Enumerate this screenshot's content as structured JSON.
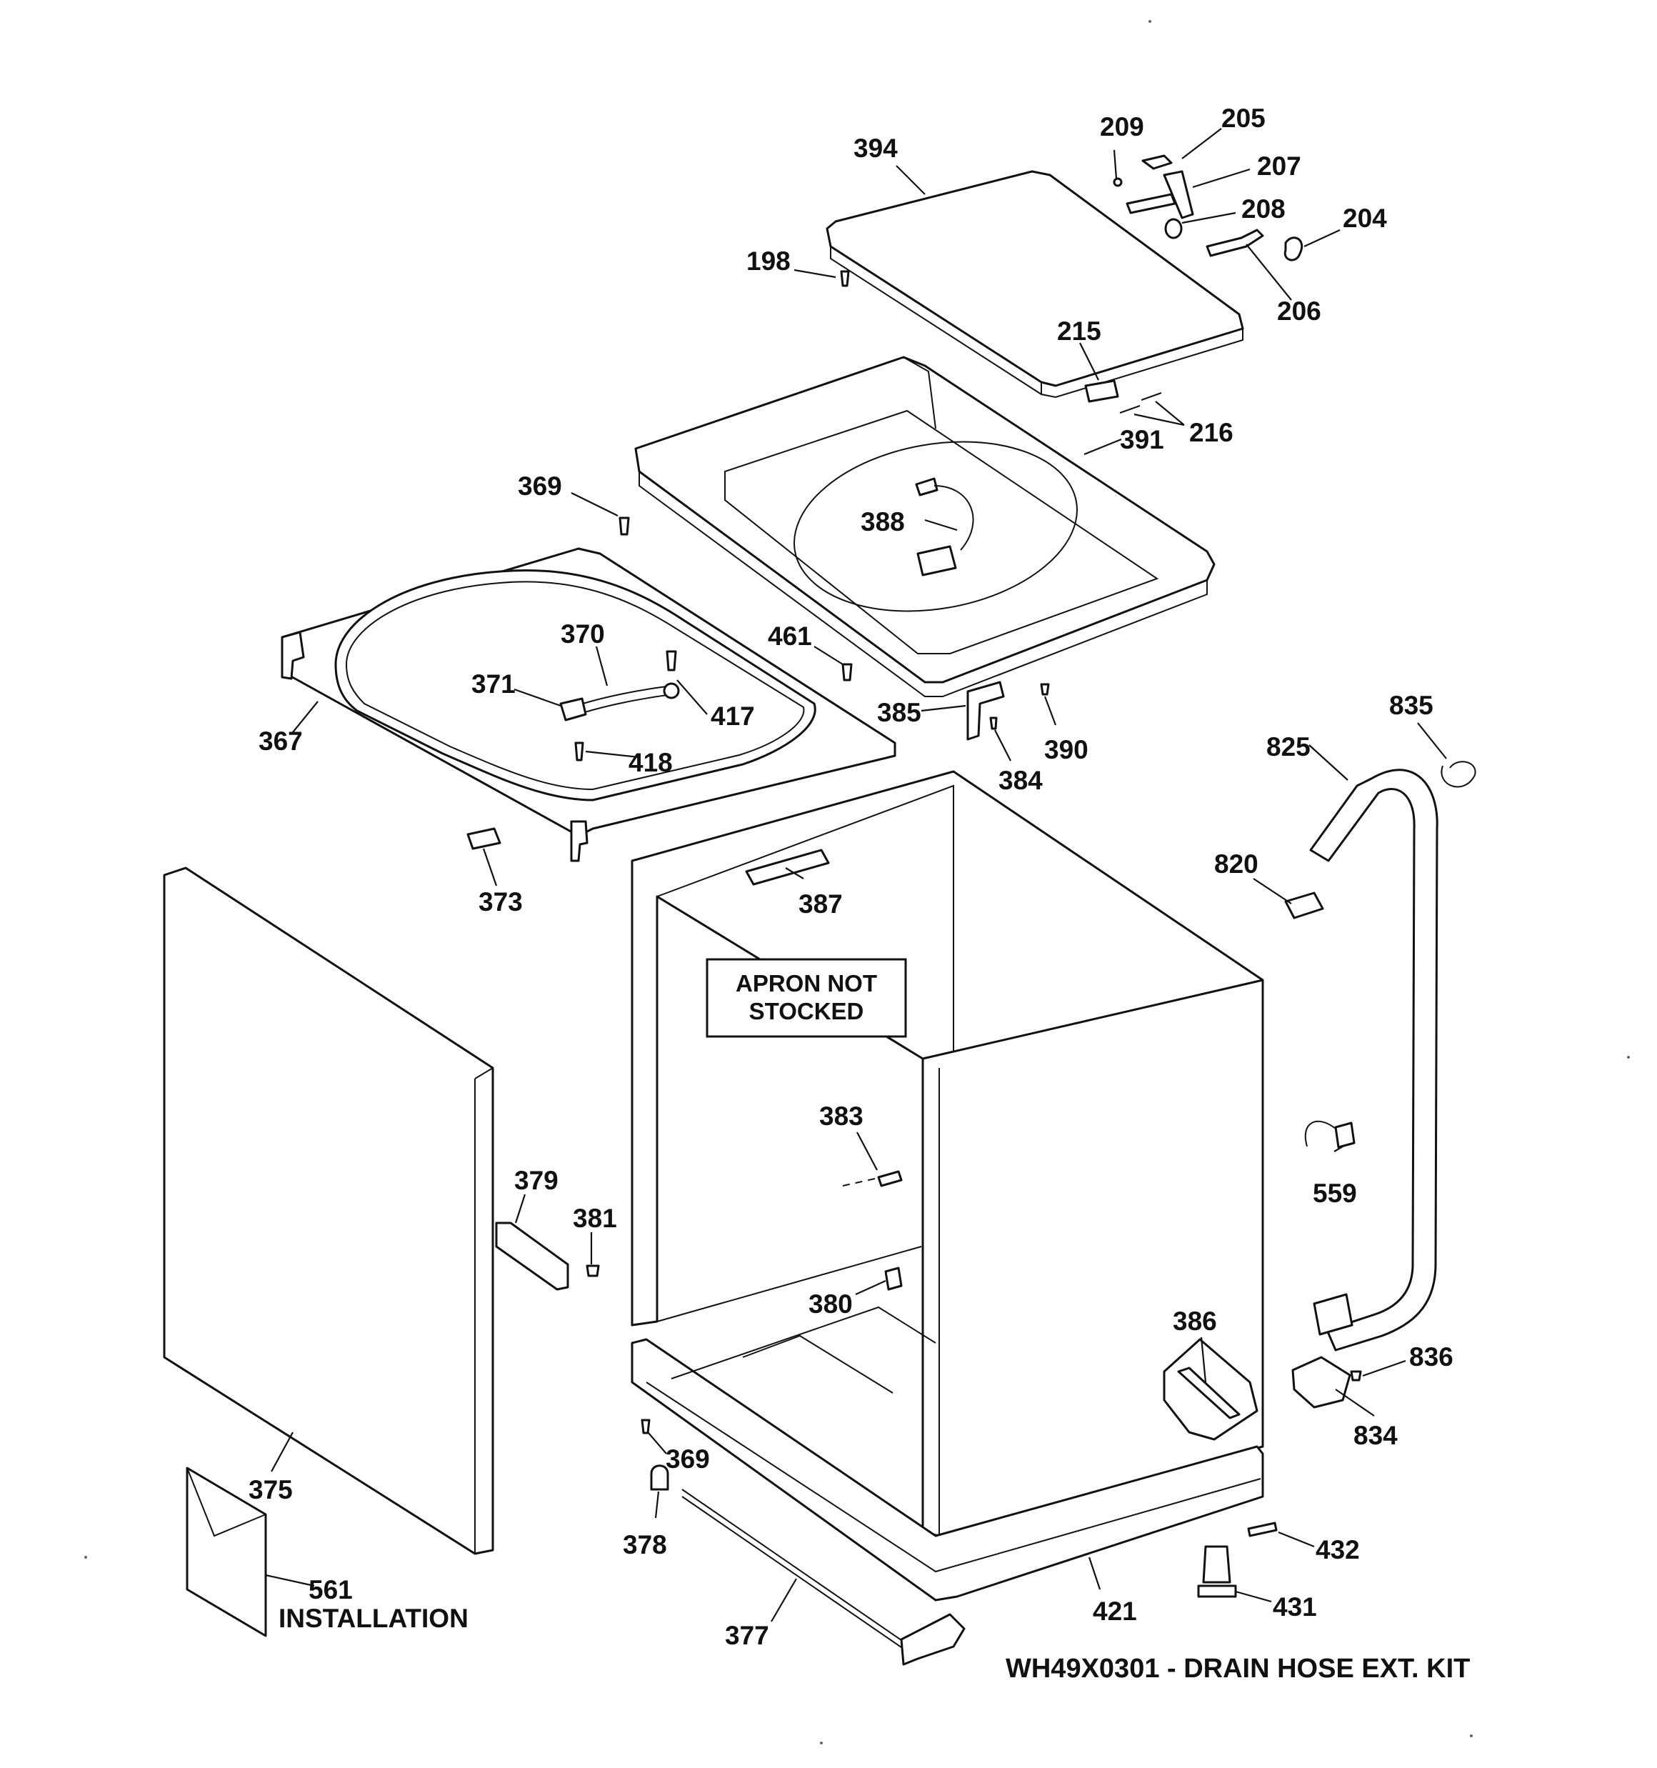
{
  "callouts": [
    {
      "id": "c209",
      "label": "209"
    },
    {
      "id": "c205",
      "label": "205"
    },
    {
      "id": "c394",
      "label": "394"
    },
    {
      "id": "c207",
      "label": "207"
    },
    {
      "id": "c208",
      "label": "208"
    },
    {
      "id": "c204",
      "label": "204"
    },
    {
      "id": "c198",
      "label": "198"
    },
    {
      "id": "c206",
      "label": "206"
    },
    {
      "id": "c215",
      "label": "215"
    },
    {
      "id": "c216",
      "label": "216"
    },
    {
      "id": "c391",
      "label": "391"
    },
    {
      "id": "c369a",
      "label": "369"
    },
    {
      "id": "c388",
      "label": "388"
    },
    {
      "id": "c370",
      "label": "370"
    },
    {
      "id": "c461",
      "label": "461"
    },
    {
      "id": "c371",
      "label": "371"
    },
    {
      "id": "c417",
      "label": "417"
    },
    {
      "id": "c385",
      "label": "385"
    },
    {
      "id": "c390",
      "label": "390"
    },
    {
      "id": "c367",
      "label": "367"
    },
    {
      "id": "c418",
      "label": "418"
    },
    {
      "id": "c384",
      "label": "384"
    },
    {
      "id": "c835",
      "label": "835"
    },
    {
      "id": "c825",
      "label": "825"
    },
    {
      "id": "c373",
      "label": "373"
    },
    {
      "id": "c387",
      "label": "387"
    },
    {
      "id": "c820",
      "label": "820"
    },
    {
      "id": "c383",
      "label": "383"
    },
    {
      "id": "c559",
      "label": "559"
    },
    {
      "id": "c379",
      "label": "379"
    },
    {
      "id": "c381",
      "label": "381"
    },
    {
      "id": "c380",
      "label": "380"
    },
    {
      "id": "c386",
      "label": "386"
    },
    {
      "id": "c836",
      "label": "836"
    },
    {
      "id": "c834",
      "label": "834"
    },
    {
      "id": "c369b",
      "label": "369"
    },
    {
      "id": "c375",
      "label": "375"
    },
    {
      "id": "c378",
      "label": "378"
    },
    {
      "id": "c432",
      "label": "432"
    },
    {
      "id": "c561",
      "label": "561"
    },
    {
      "id": "c431",
      "label": "431"
    },
    {
      "id": "c421",
      "label": "421"
    },
    {
      "id": "c377",
      "label": "377"
    }
  ],
  "notes": {
    "apron_line1": "APRON NOT",
    "apron_line2": "STOCKED",
    "installation": "INSTALLATION"
  },
  "caption": "WH49X0301 - DRAIN HOSE EXT. KIT"
}
